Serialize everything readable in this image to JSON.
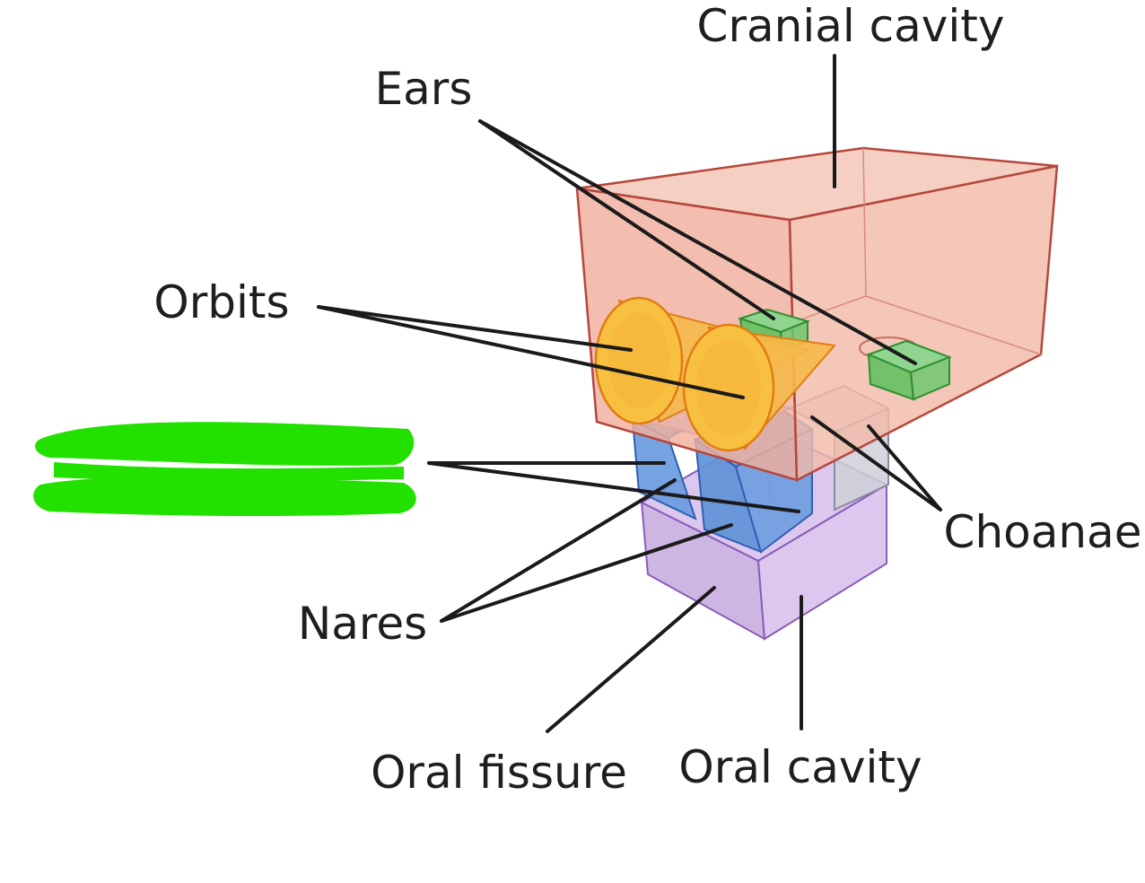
{
  "labels": {
    "cranial_cavity": "Cranial cavity",
    "ears": "Ears",
    "orbits": "Orbits",
    "choanae": "Choanae",
    "nares": "Nares",
    "oral_fissure": "Oral fissure",
    "oral_cavity": "Oral cavity"
  },
  "colors": {
    "cranial": "#f0b8a6",
    "cranial_edge": "#b5473c",
    "orbit": "#f6a93a",
    "orbit_edge": "#e07d12",
    "ear": "#5dbf5d",
    "ear_edge": "#2f8f2f",
    "nasal": "#5f93d8",
    "nasal_edge": "#2f5fb0",
    "choanae": "#cfcfd8",
    "oral": "#c9aee0",
    "oral_edge": "#8a5db8",
    "redaction": "#22e000"
  }
}
